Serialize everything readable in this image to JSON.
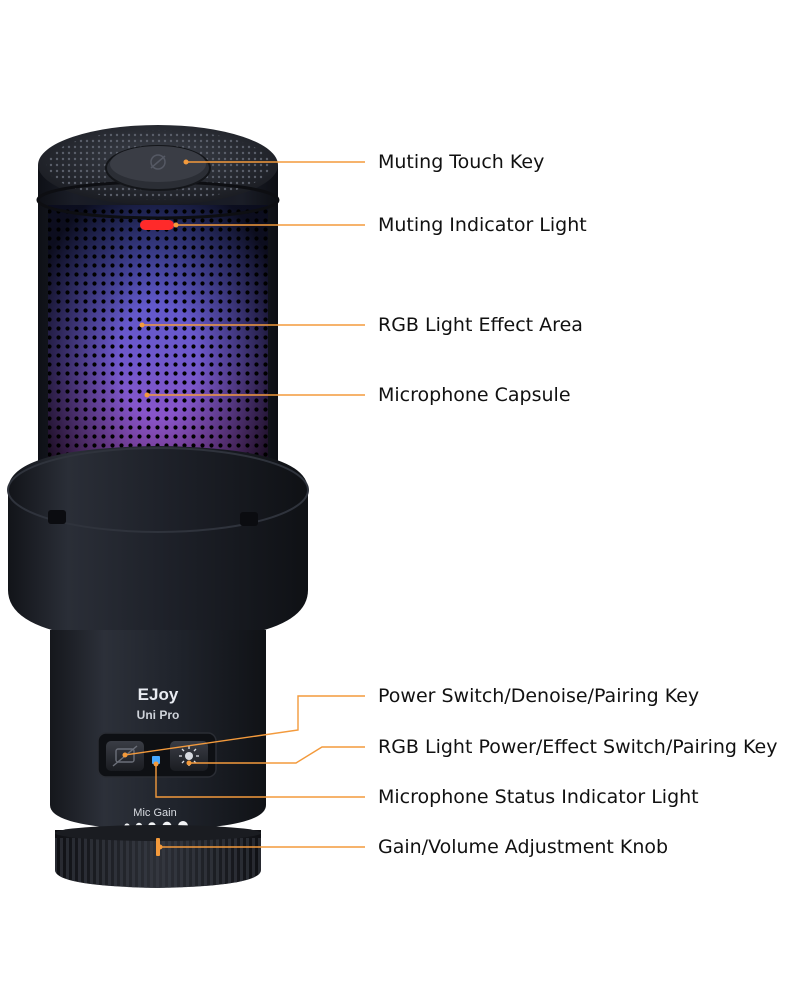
{
  "product": {
    "brand": "EJoy",
    "model": "Uni Pro",
    "knob_caption": "Mic Gain"
  },
  "callouts": [
    {
      "label": "Muting Touch Key"
    },
    {
      "label": "Muting Indicator Light"
    },
    {
      "label": "RGB Light Effect Area"
    },
    {
      "label": "Microphone Capsule"
    },
    {
      "label": "Power Switch/Denoise/Pairing Key"
    },
    {
      "label": "RGB Light Power/Effect Switch/Pairing Key"
    },
    {
      "label": "Microphone Status Indicator Light"
    },
    {
      "label": "Gain/Volume Adjustment Knob"
    }
  ],
  "colors": {
    "leader_line": "#f39a3c",
    "body_dark": "#1c1f26",
    "rgb_blue": "#6d7dff",
    "rgb_magenta": "#d55cf2",
    "mute_indicator": "#ff2a2a",
    "status_indicator": "#46a8ff"
  }
}
